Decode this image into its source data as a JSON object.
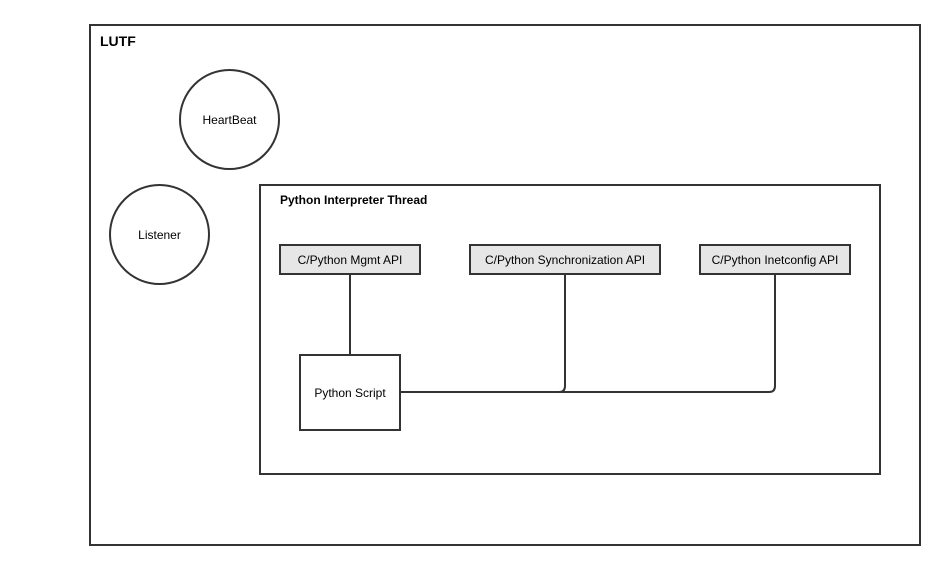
{
  "diagram": {
    "outer": {
      "title": "LUTF"
    },
    "heartbeat": {
      "label": "HeartBeat"
    },
    "listener": {
      "label": "Listener"
    },
    "thread": {
      "title": "Python Interpreter Thread"
    },
    "apis": [
      {
        "label": "C/Python Mgmt API"
      },
      {
        "label": "C/Python Synchronization API"
      },
      {
        "label": "C/Python Inetconfig API"
      }
    ],
    "script": {
      "label": "Python Script"
    }
  },
  "colors": {
    "stroke": "#333333",
    "api_fill": "#e6e6e6",
    "background": "#ffffff"
  }
}
